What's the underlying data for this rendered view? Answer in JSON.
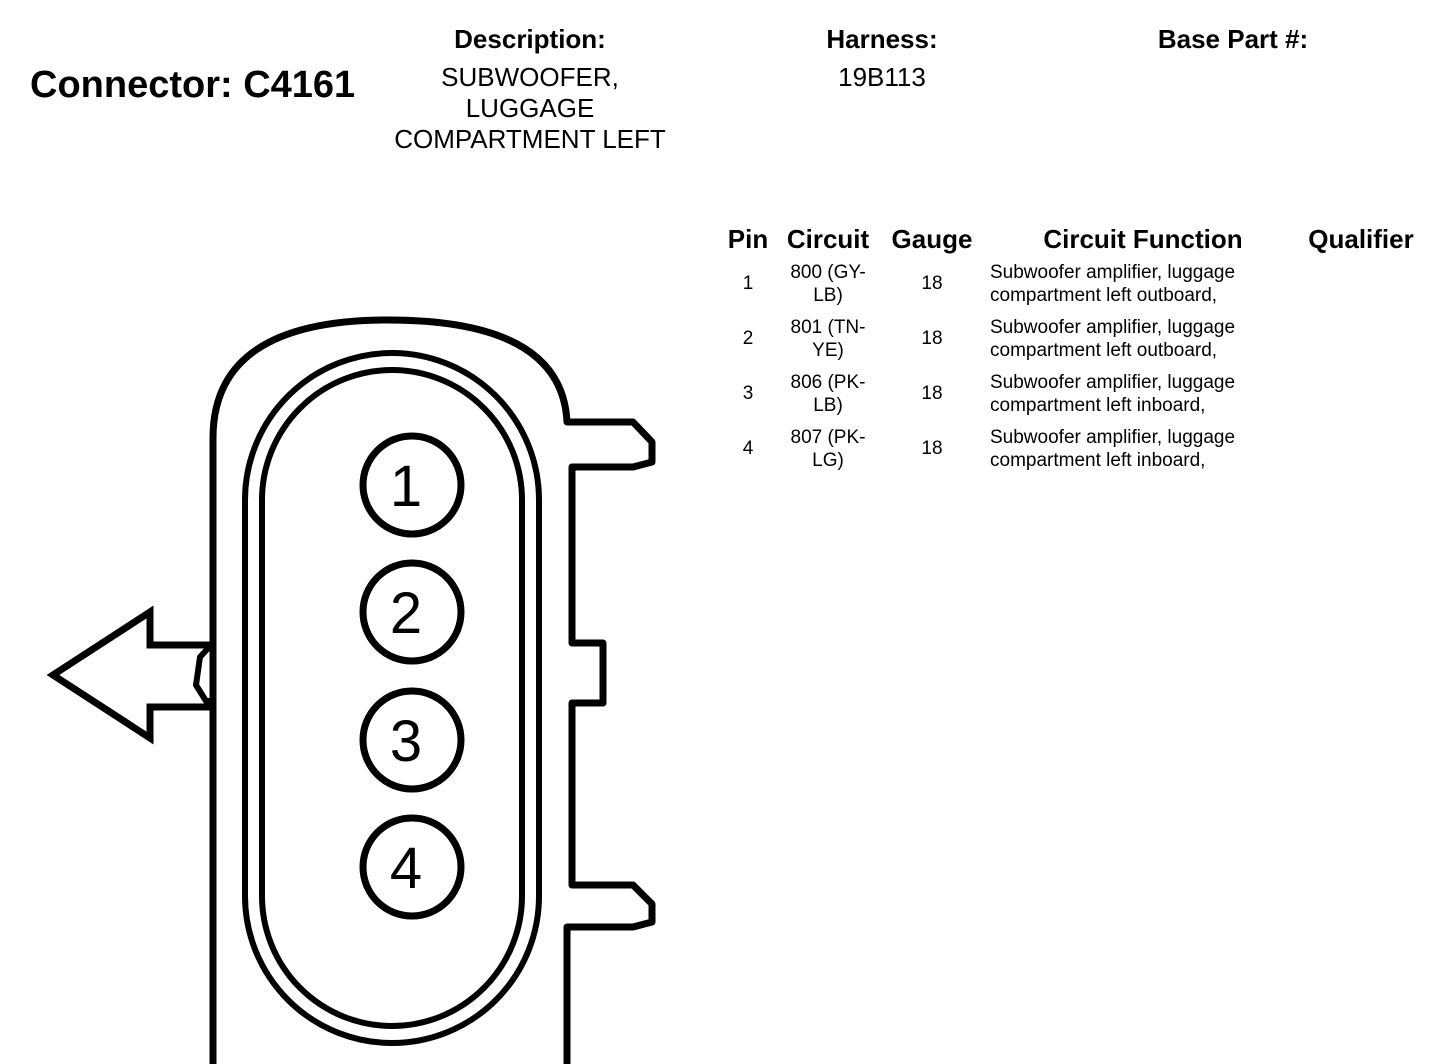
{
  "connector": {
    "title": "Connector: C4161"
  },
  "description": {
    "label": "Description:",
    "lines": [
      "SUBWOOFER,",
      "LUGGAGE",
      "COMPARTMENT LEFT"
    ]
  },
  "harness": {
    "label": "Harness:",
    "value": "19B113"
  },
  "base_part": {
    "label": "Base Part #:"
  },
  "table": {
    "headers": {
      "pin": "Pin",
      "circuit": "Circuit",
      "gauge": "Gauge",
      "function": "Circuit Function",
      "qualifier": "Qualifier"
    },
    "rows": [
      {
        "pin": "1",
        "circuit": "800 (GY-LB)",
        "gauge": "18",
        "function": "Subwoofer amplifier, luggage compartment left outboard,",
        "qualifier": ""
      },
      {
        "pin": "2",
        "circuit": "801 (TN-YE)",
        "gauge": "18",
        "function": "Subwoofer amplifier, luggage compartment left outboard,",
        "qualifier": ""
      },
      {
        "pin": "3",
        "circuit": "806 (PK-LB)",
        "gauge": "18",
        "function": "Subwoofer amplifier, luggage compartment left inboard,",
        "qualifier": ""
      },
      {
        "pin": "4",
        "circuit": "807 (PK-LG)",
        "gauge": "18",
        "function": "Subwoofer amplifier, luggage compartment left inboard,",
        "qualifier": ""
      }
    ]
  },
  "diagram": {
    "pin_labels": [
      "1",
      "2",
      "3",
      "4"
    ]
  }
}
